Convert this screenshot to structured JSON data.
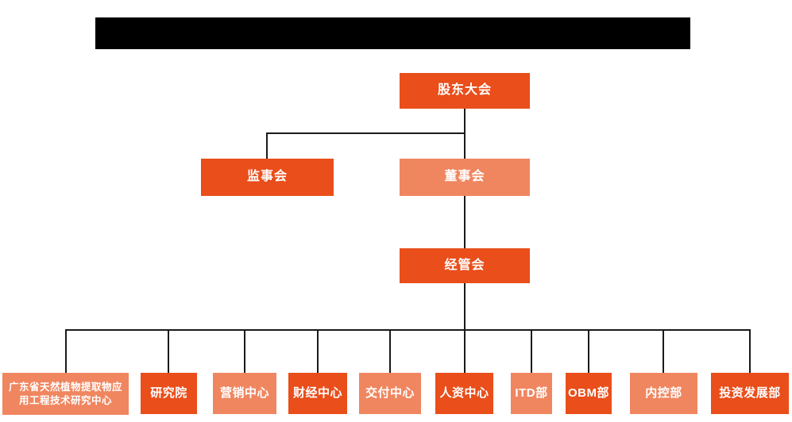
{
  "colors": {
    "primary": "#e94e1b",
    "secondary": "#f08660",
    "line": "#1a1a1a",
    "text": "#ffffff",
    "background": "#ffffff",
    "redacted": "#000000"
  },
  "header": {
    "redacted_title": ""
  },
  "org": {
    "nodes": {
      "shareholders": {
        "label": "股东大会",
        "tone": "primary"
      },
      "supervisory": {
        "label": "监事会",
        "tone": "primary"
      },
      "board": {
        "label": "董事会",
        "tone": "secondary"
      },
      "management": {
        "label": "经管会",
        "tone": "primary"
      },
      "dept_research_center": {
        "label": "广东省天然植物提取物应用工程技术研究中心",
        "tone": "secondary"
      },
      "dept_research_institute": {
        "label": "研究院",
        "tone": "primary"
      },
      "dept_marketing": {
        "label": "营销中心",
        "tone": "secondary"
      },
      "dept_finance": {
        "label": "财经中心",
        "tone": "primary"
      },
      "dept_delivery": {
        "label": "交付中心",
        "tone": "secondary"
      },
      "dept_hr": {
        "label": "人资中心",
        "tone": "primary"
      },
      "dept_itd": {
        "label": "ITD部",
        "tone": "secondary"
      },
      "dept_obm": {
        "label": "OBM部",
        "tone": "primary"
      },
      "dept_internal_control": {
        "label": "内控部",
        "tone": "secondary"
      },
      "dept_investment": {
        "label": "投资发展部",
        "tone": "primary"
      }
    },
    "edges": [
      {
        "from": "shareholders",
        "to": "supervisory"
      },
      {
        "from": "shareholders",
        "to": "board"
      },
      {
        "from": "board",
        "to": "management"
      },
      {
        "from": "management",
        "to": "dept_research_center"
      },
      {
        "from": "management",
        "to": "dept_research_institute"
      },
      {
        "from": "management",
        "to": "dept_marketing"
      },
      {
        "from": "management",
        "to": "dept_finance"
      },
      {
        "from": "management",
        "to": "dept_delivery"
      },
      {
        "from": "management",
        "to": "dept_hr"
      },
      {
        "from": "management",
        "to": "dept_itd"
      },
      {
        "from": "management",
        "to": "dept_obm"
      },
      {
        "from": "management",
        "to": "dept_internal_control"
      },
      {
        "from": "management",
        "to": "dept_investment"
      }
    ]
  }
}
